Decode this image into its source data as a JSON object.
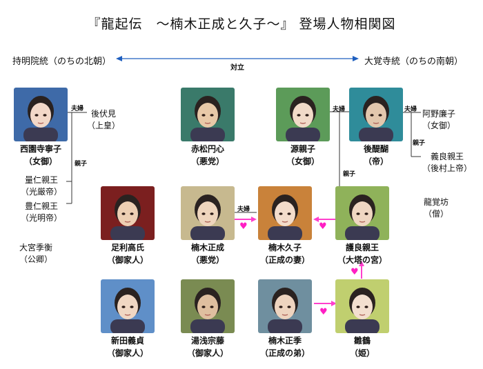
{
  "title": "『龍起伝　～楠木正成と久子～』 登場人物相関図",
  "factions": {
    "left": "持明院統（のちの北朝）",
    "right": "大覚寺統（のちの南朝）",
    "relation": "対立"
  },
  "relations": {
    "spouse": "夫婦",
    "parent_child": "親子"
  },
  "characters": [
    {
      "key": "saionji",
      "name": "西園寺寧子",
      "role": "（女御）",
      "colors": [
        "#3e6aa8",
        "#f2d8c8"
      ]
    },
    {
      "key": "akamatsu",
      "name": "赤松円心",
      "role": "（悪党）",
      "colors": [
        "#3a7a6a",
        "#e8c9a8"
      ]
    },
    {
      "key": "minamoto",
      "name": "源親子",
      "role": "（女御）",
      "colors": [
        "#5c9b59",
        "#f1dac8"
      ]
    },
    {
      "key": "godaigo",
      "name": "後醍醐",
      "role": "（帝）",
      "colors": [
        "#2f8c9a",
        "#e3c7ad"
      ]
    },
    {
      "key": "ashikaga",
      "name": "足利高氏",
      "role": "（御家人）",
      "colors": [
        "#7b1f1f",
        "#edcfb3"
      ]
    },
    {
      "key": "masashige",
      "name": "楠木正成",
      "role": "（悪党）",
      "colors": [
        "#c7b98f",
        "#eed5bd"
      ]
    },
    {
      "key": "hisako",
      "name": "楠木久子",
      "role": "（正成の妻）",
      "colors": [
        "#c9823a",
        "#f3dccb"
      ]
    },
    {
      "key": "moriyoshi",
      "name": "護良親王",
      "role": "（大塔の宮）",
      "colors": [
        "#8fb25a",
        "#efd6c2"
      ]
    },
    {
      "key": "nitta",
      "name": "新田義貞",
      "role": "（御家人）",
      "colors": [
        "#5f8fc8",
        "#f0d7c3"
      ]
    },
    {
      "key": "yuasa",
      "name": "湯浅宗藤",
      "role": "（御家人）",
      "colors": [
        "#7a8b52",
        "#dfbf9f"
      ]
    },
    {
      "key": "masasue",
      "name": "楠木正季",
      "role": "（正成の弟）",
      "colors": [
        "#6f8f9f",
        "#eed4bf"
      ]
    },
    {
      "key": "hinatsuru",
      "name": "雛鶴",
      "role": "（姫）",
      "colors": [
        "#c0cf6f",
        "#f3dfcf"
      ]
    }
  ],
  "side_notes": {
    "gofushimi": {
      "name": "後伏見",
      "role": "（上皇）"
    },
    "kazuhito": {
      "name": "量仁親王",
      "role": "（光厳帝）"
    },
    "yutahito": {
      "name": "豊仁親王",
      "role": "（光明帝）"
    },
    "omiya": {
      "name": "大宮季衡",
      "role": "（公卿）"
    },
    "ano": {
      "name": "阿野廉子",
      "role": "（女御）"
    },
    "norinaga": {
      "name": "義良親王",
      "role": "（後村上帝）"
    },
    "ryukakubo": {
      "name": "龍覚坊",
      "role": "（僧）"
    }
  },
  "colors": {
    "heart": "#ff1fc4",
    "arrow_pink": "#ff3fcc",
    "axis_blue": "#1f5fbf"
  },
  "icons": {
    "heart": "♥"
  }
}
